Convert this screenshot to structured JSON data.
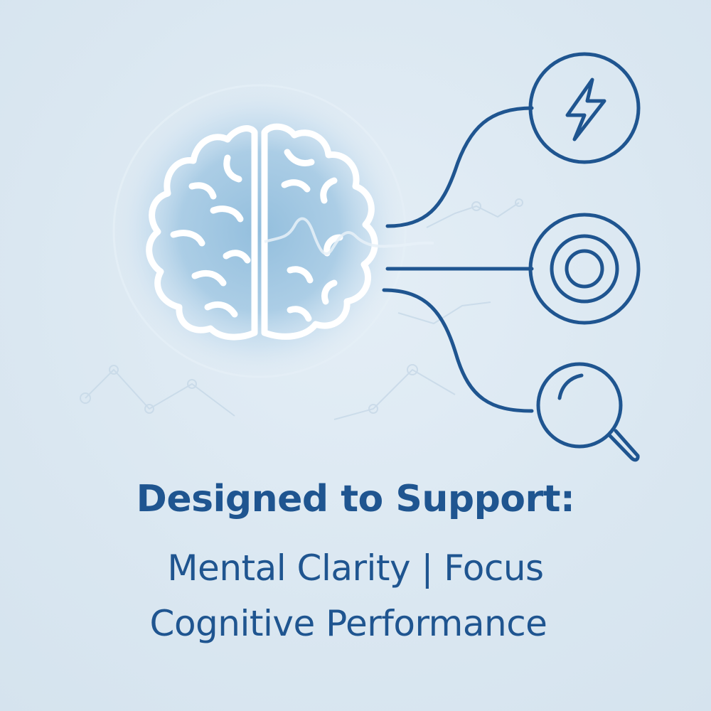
{
  "headline": {
    "line1": "Designed to Support:",
    "line2": "Mental Clarity | Focus",
    "line3": "Cognitive Performance"
  },
  "icons": [
    "brain-icon",
    "lightning-icon",
    "target-icon",
    "magnifier-icon"
  ],
  "colors": {
    "background": "#dbe8f2",
    "accent": "#1f5590",
    "brain_glow": "#9cc4e0",
    "brain_outline": "#ffffff"
  }
}
